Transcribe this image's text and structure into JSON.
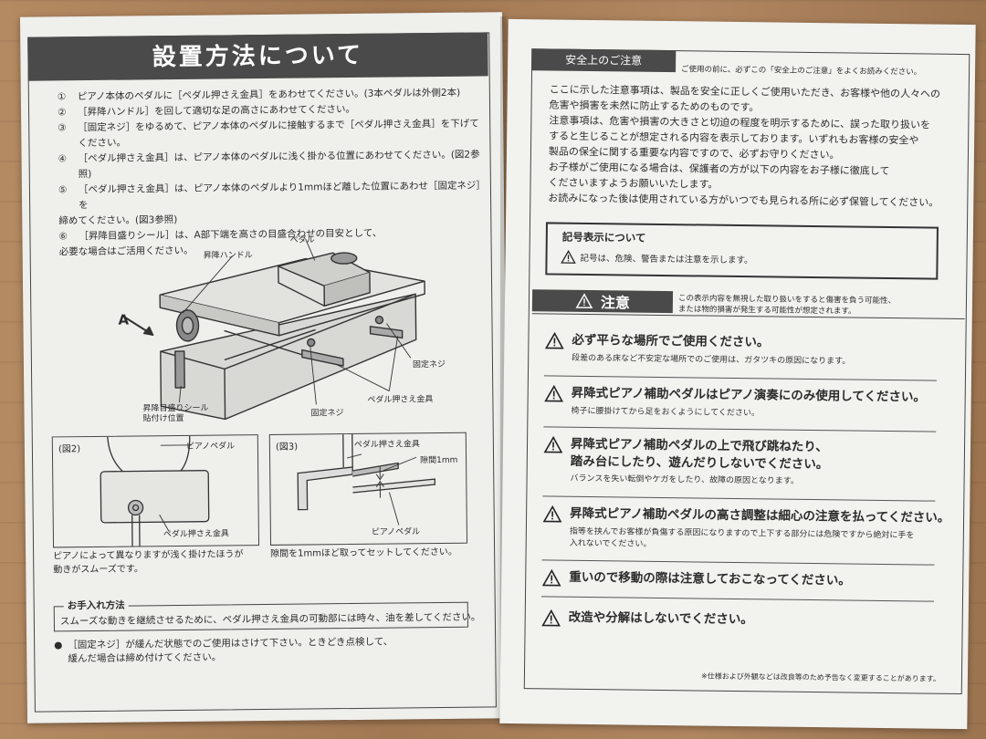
{
  "left": {
    "title": "設置方法について",
    "steps": [
      {
        "num": "①",
        "text": "ピアノ本体のペダルに［ペダル押さえ金具］をあわせてください。(3本ペダルは外側2本)"
      },
      {
        "num": "②",
        "text": "［昇降ハンドル］を回して適切な足の高さにあわせてください。"
      },
      {
        "num": "③",
        "text": "［固定ネジ］をゆるめて、ピアノ本体のペダルに接触するまで［ペダル押さえ金具］を下げてください。"
      },
      {
        "num": "④",
        "text": "［ペダル押さえ金具］は、ピアノ本体のペダルに浅く掛かる位置にあわせてください。(図2参照)"
      },
      {
        "num": "⑤",
        "text": "［ペダル押さえ金具］は、ピアノ本体のペダルより1mmほど離した位置にあわせ［固定ネジ］を",
        "cont": "締めてください。(図3参照)"
      },
      {
        "num": "⑥",
        "text": "［昇降目盛りシール］は、A部下端を高さの目盛合わせの目安として、",
        "cont": "必要な場合はご活用ください。"
      }
    ],
    "diagram": {
      "label_A": "A",
      "label_handle": "昇降ハンドル",
      "label_pedal": "ペダル",
      "label_sticker": "昇降目盛りシール\n貼付け位置",
      "label_screw_left": "固定ネジ",
      "label_screw_right": "固定ネジ",
      "label_clamp": "ペダル押さえ金具"
    },
    "fig2": {
      "num": "(図2)",
      "label_piano_pedal": "ピアノペダル",
      "label_clamp": "ペダル押さえ金具",
      "caption": "ピアノによって異なりますが浅く掛けたほうが\n動きがスムーズです。"
    },
    "fig3": {
      "num": "(図3)",
      "label_clamp": "ペダル押さえ金具",
      "label_gap": "隙間1mm",
      "label_piano_pedal": "ピアノペダル",
      "caption": "隙間を1mmほど取ってセットしてください。"
    },
    "care": {
      "title": "お手入れ方法",
      "text": "スムーズな動きを継続させるために、ペダル押さえ金具の可動部には時々、油を差してください。"
    },
    "bullet": {
      "mark": "●",
      "text": "［固定ネジ］が緩んだ状態でのご使用はさけて下さい。ときどき点検して、\n緩んだ場合は締め付けてください。"
    }
  },
  "right": {
    "tab": "安全上のご注意",
    "header_note": "ご使用の前に、必ずこの「安全上のご注意」をよくお読みください。",
    "intro": "ここに示した注意事項は、製品を安全に正しくご使用いただき、お客様や他の人々への\n危害や損害を未然に防止するためのものです。\n注意事項は、危害や損害の大きさと切迫の程度を明示するために、誤った取り扱いを\nすると生じることが想定される内容を表示しております。いずれもお客様の安全や\n製品の保全に関する重要な内容ですので、必ずお守りください。\nお子様がご使用になる場合は、保護者の方が以下の内容をお子様に徹底して\nくださいますようお願いいたします。\nお読みになった後は使用されている方がいつでも見られる所に必ず保管してください。",
    "symbol_box": {
      "title": "記号表示について",
      "text": "記号は、危険、警告または注意を示します。"
    },
    "caution_label": "注意",
    "caution_desc": "この表示内容を無視した取り扱いをすると傷害を負う可能性、\nまたは物的損害が発生する可能性が想定されます。",
    "warnings": [
      {
        "head": "必ず平らな場所でご使用ください。",
        "sub": "段差のある床など不安定な場所でのご使用は、ガタツキの原因になります。"
      },
      {
        "head": "昇降式ピアノ補助ペダルはピアノ演奏にのみ使用してください。",
        "sub": "椅子に腰掛けてから足をおくようにしてください。"
      },
      {
        "head": "昇降式ピアノ補助ペダルの上で飛び跳ねたり、\n踏み台にしたり、遊んだりしないでください。",
        "sub": "バランスを失い転倒やケガをしたり、故障の原因となります。"
      },
      {
        "head": "昇降式ピアノ補助ペダルの高さ調整は細心の注意を払ってください。",
        "sub": "指等を挟んでお客様が負傷する原因になりますので上下する部分には危険ですから絶対に手を\n入れないでください。"
      },
      {
        "head": "重いので移動の際は注意しておこなってください。",
        "sub": ""
      },
      {
        "head": "改造や分解はしないでください。",
        "sub": ""
      }
    ],
    "footer": "※仕様および外観などは改良等のため予告なく変更することがあります。"
  }
}
